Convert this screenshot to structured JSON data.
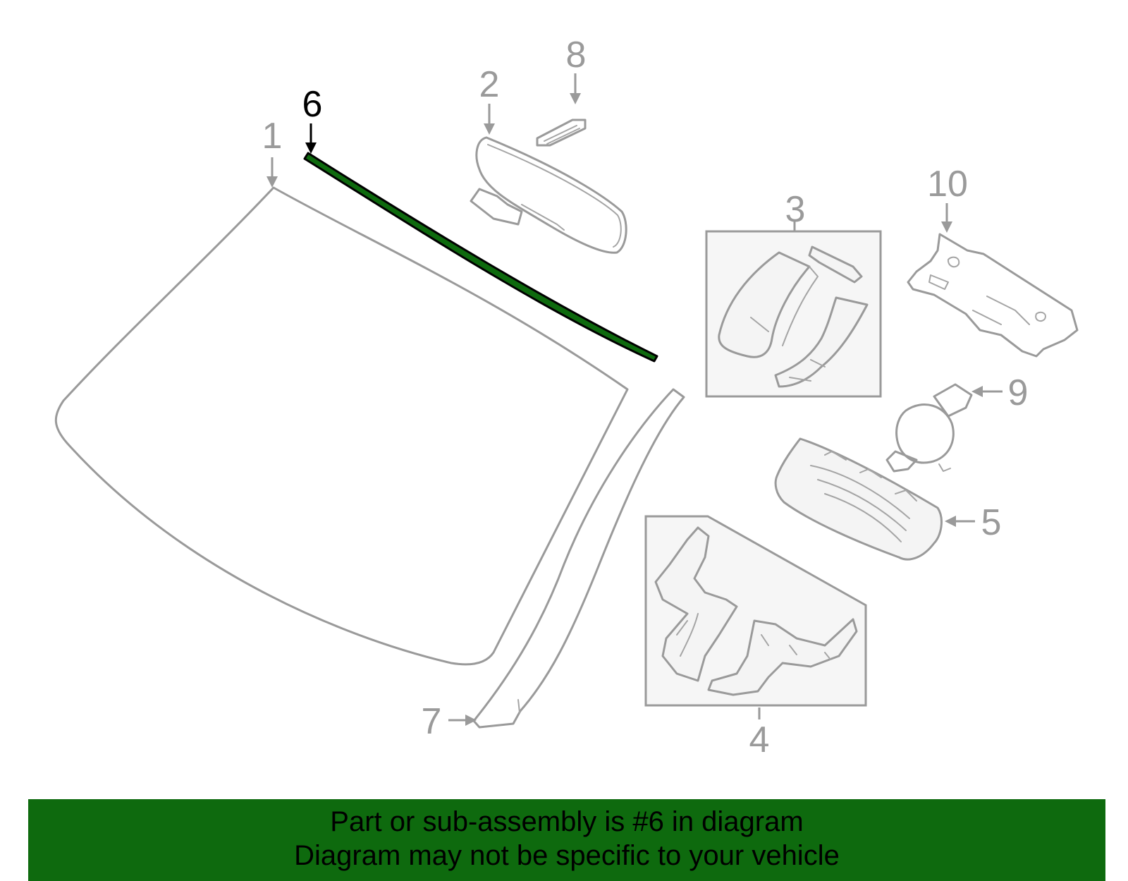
{
  "diagram": {
    "highlighted_part": "6",
    "highlight_color": "#0e6a0e",
    "part_color": "#9a9a9a",
    "callouts": {
      "c1": "1",
      "c2": "2",
      "c3": "3",
      "c4": "4",
      "c5": "5",
      "c6": "6",
      "c7": "7",
      "c8": "8",
      "c9": "9",
      "c10": "10"
    }
  },
  "banner": {
    "line1": "Part or sub-assembly is #6 in diagram",
    "line2": "Diagram may not be specific to your vehicle",
    "background": "#0e6a0e"
  }
}
